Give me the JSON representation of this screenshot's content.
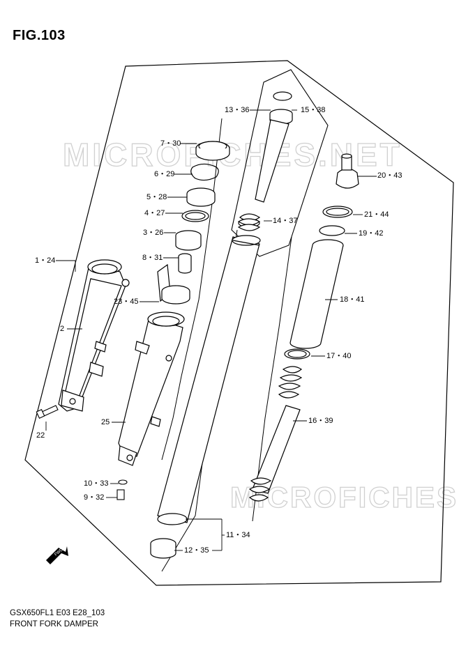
{
  "figure": {
    "title": "FIG.103"
  },
  "footer": {
    "model_code": "GSX650FL1 E03 E28_103",
    "assembly_name": "FRONT FORK DAMPER"
  },
  "watermark": "MICROFICHES.NET",
  "fwd_arrow_label": "FWD",
  "callouts": {
    "c1_24": "1・24",
    "c2": "2",
    "c3_26": "3・26",
    "c4_27": "4・27",
    "c5_28": "5・28",
    "c6_29": "6・29",
    "c7_30": "7・30",
    "c8_31": "8・31",
    "c9_32": "9・32",
    "c10_33": "10・33",
    "c11_34": "11・34",
    "c12_35": "12・35",
    "c13_36": "13・36",
    "c14_37": "14・37",
    "c15_38": "15・38",
    "c16_39": "16・39",
    "c17_40": "17・40",
    "c18_41": "18・41",
    "c19_42": "19・42",
    "c20_43": "20・43",
    "c21_44": "21・44",
    "c22": "22",
    "c23_45": "23・45",
    "c25": "25"
  }
}
